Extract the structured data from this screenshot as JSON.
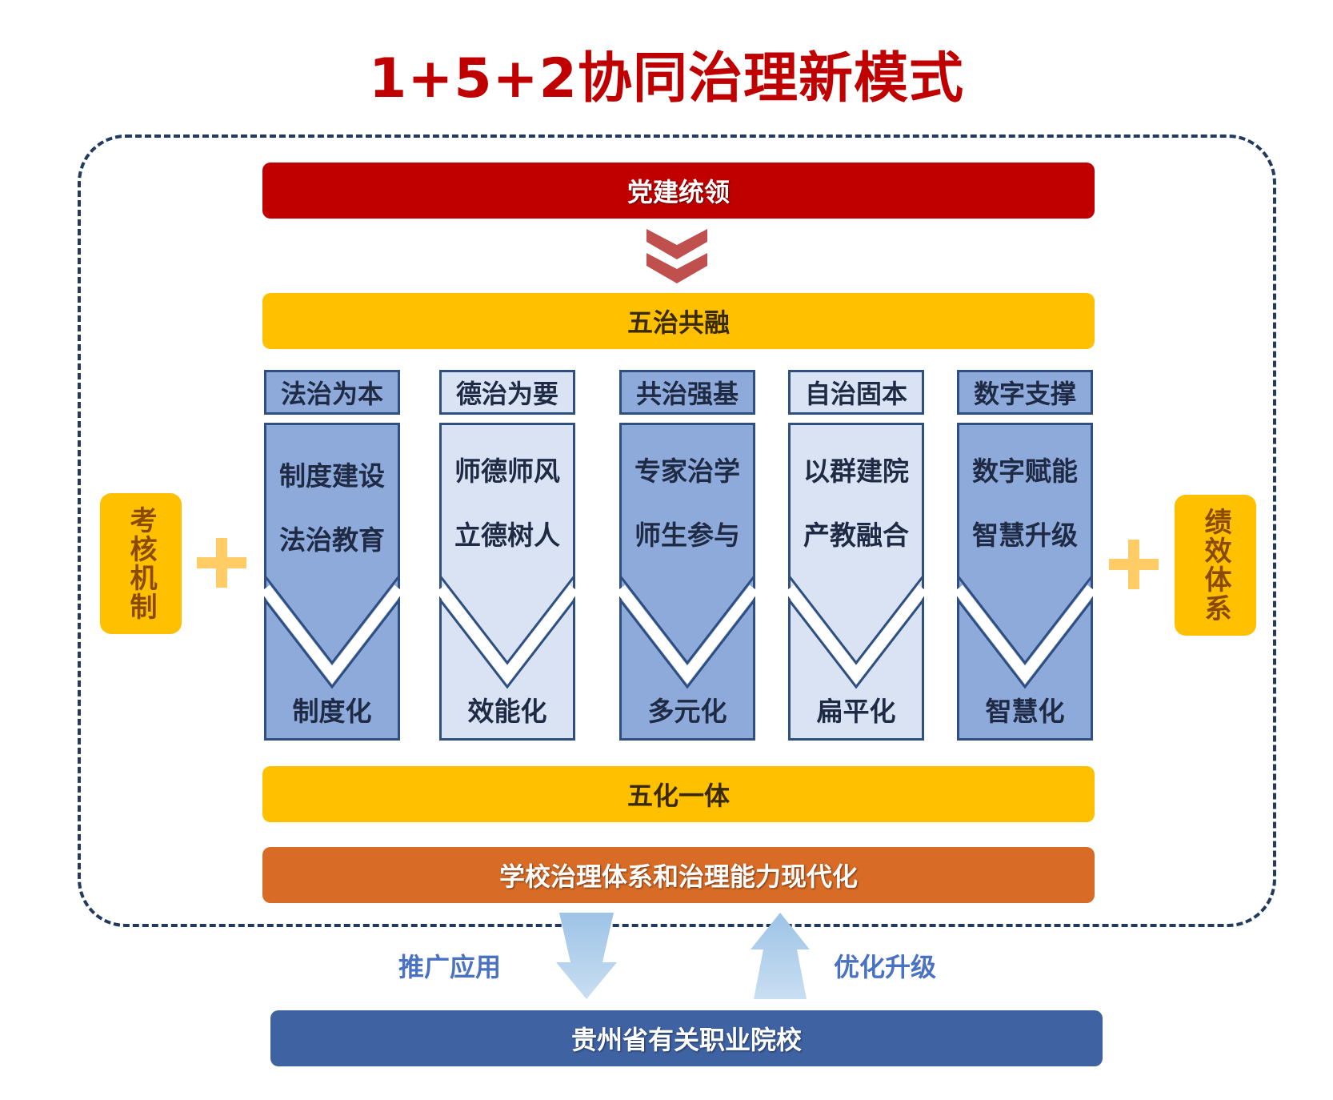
{
  "title": "1+5+2协同治理新模式",
  "top_bar": "党建统领",
  "five_governance": "五治共融",
  "columns": [
    {
      "head": "法治为本",
      "items": [
        "制度建设",
        "法治教育"
      ],
      "result": "制度化",
      "style": "dark"
    },
    {
      "head": "德治为要",
      "items": [
        "师德师风",
        "立德树人"
      ],
      "result": "效能化",
      "style": "light"
    },
    {
      "head": "共治强基",
      "items": [
        "专家治学",
        "师生参与"
      ],
      "result": "多元化",
      "style": "dark"
    },
    {
      "head": "自治固本",
      "items": [
        "以群建院",
        "产教融合"
      ],
      "result": "扁平化",
      "style": "light"
    },
    {
      "head": "数字支撑",
      "items": [
        "数字赋能",
        "智慧升级"
      ],
      "result": "智慧化",
      "style": "dark"
    }
  ],
  "left_box": "考核机制",
  "right_box": "绩效体系",
  "five_integration": "五化一体",
  "modernization": "学校治理体系和治理能力现代化",
  "arrow_down_label": "推广应用",
  "arrow_up_label": "优化升级",
  "bottom_bar": "贵州省有关职业院校",
  "colors": {
    "title": "#c00000",
    "red_bar": "#c00000",
    "yellow_bar": "#ffc000",
    "orange_bar": "#d86b25",
    "blue_bar": "#3f62a3",
    "column_dark": "#8eaadb",
    "column_light": "#dae3f3",
    "column_border": "#2f4f80",
    "arrow_fill": "#bdd7ee",
    "plus": "#ffcc66",
    "frame_dash": "#223a5e"
  }
}
